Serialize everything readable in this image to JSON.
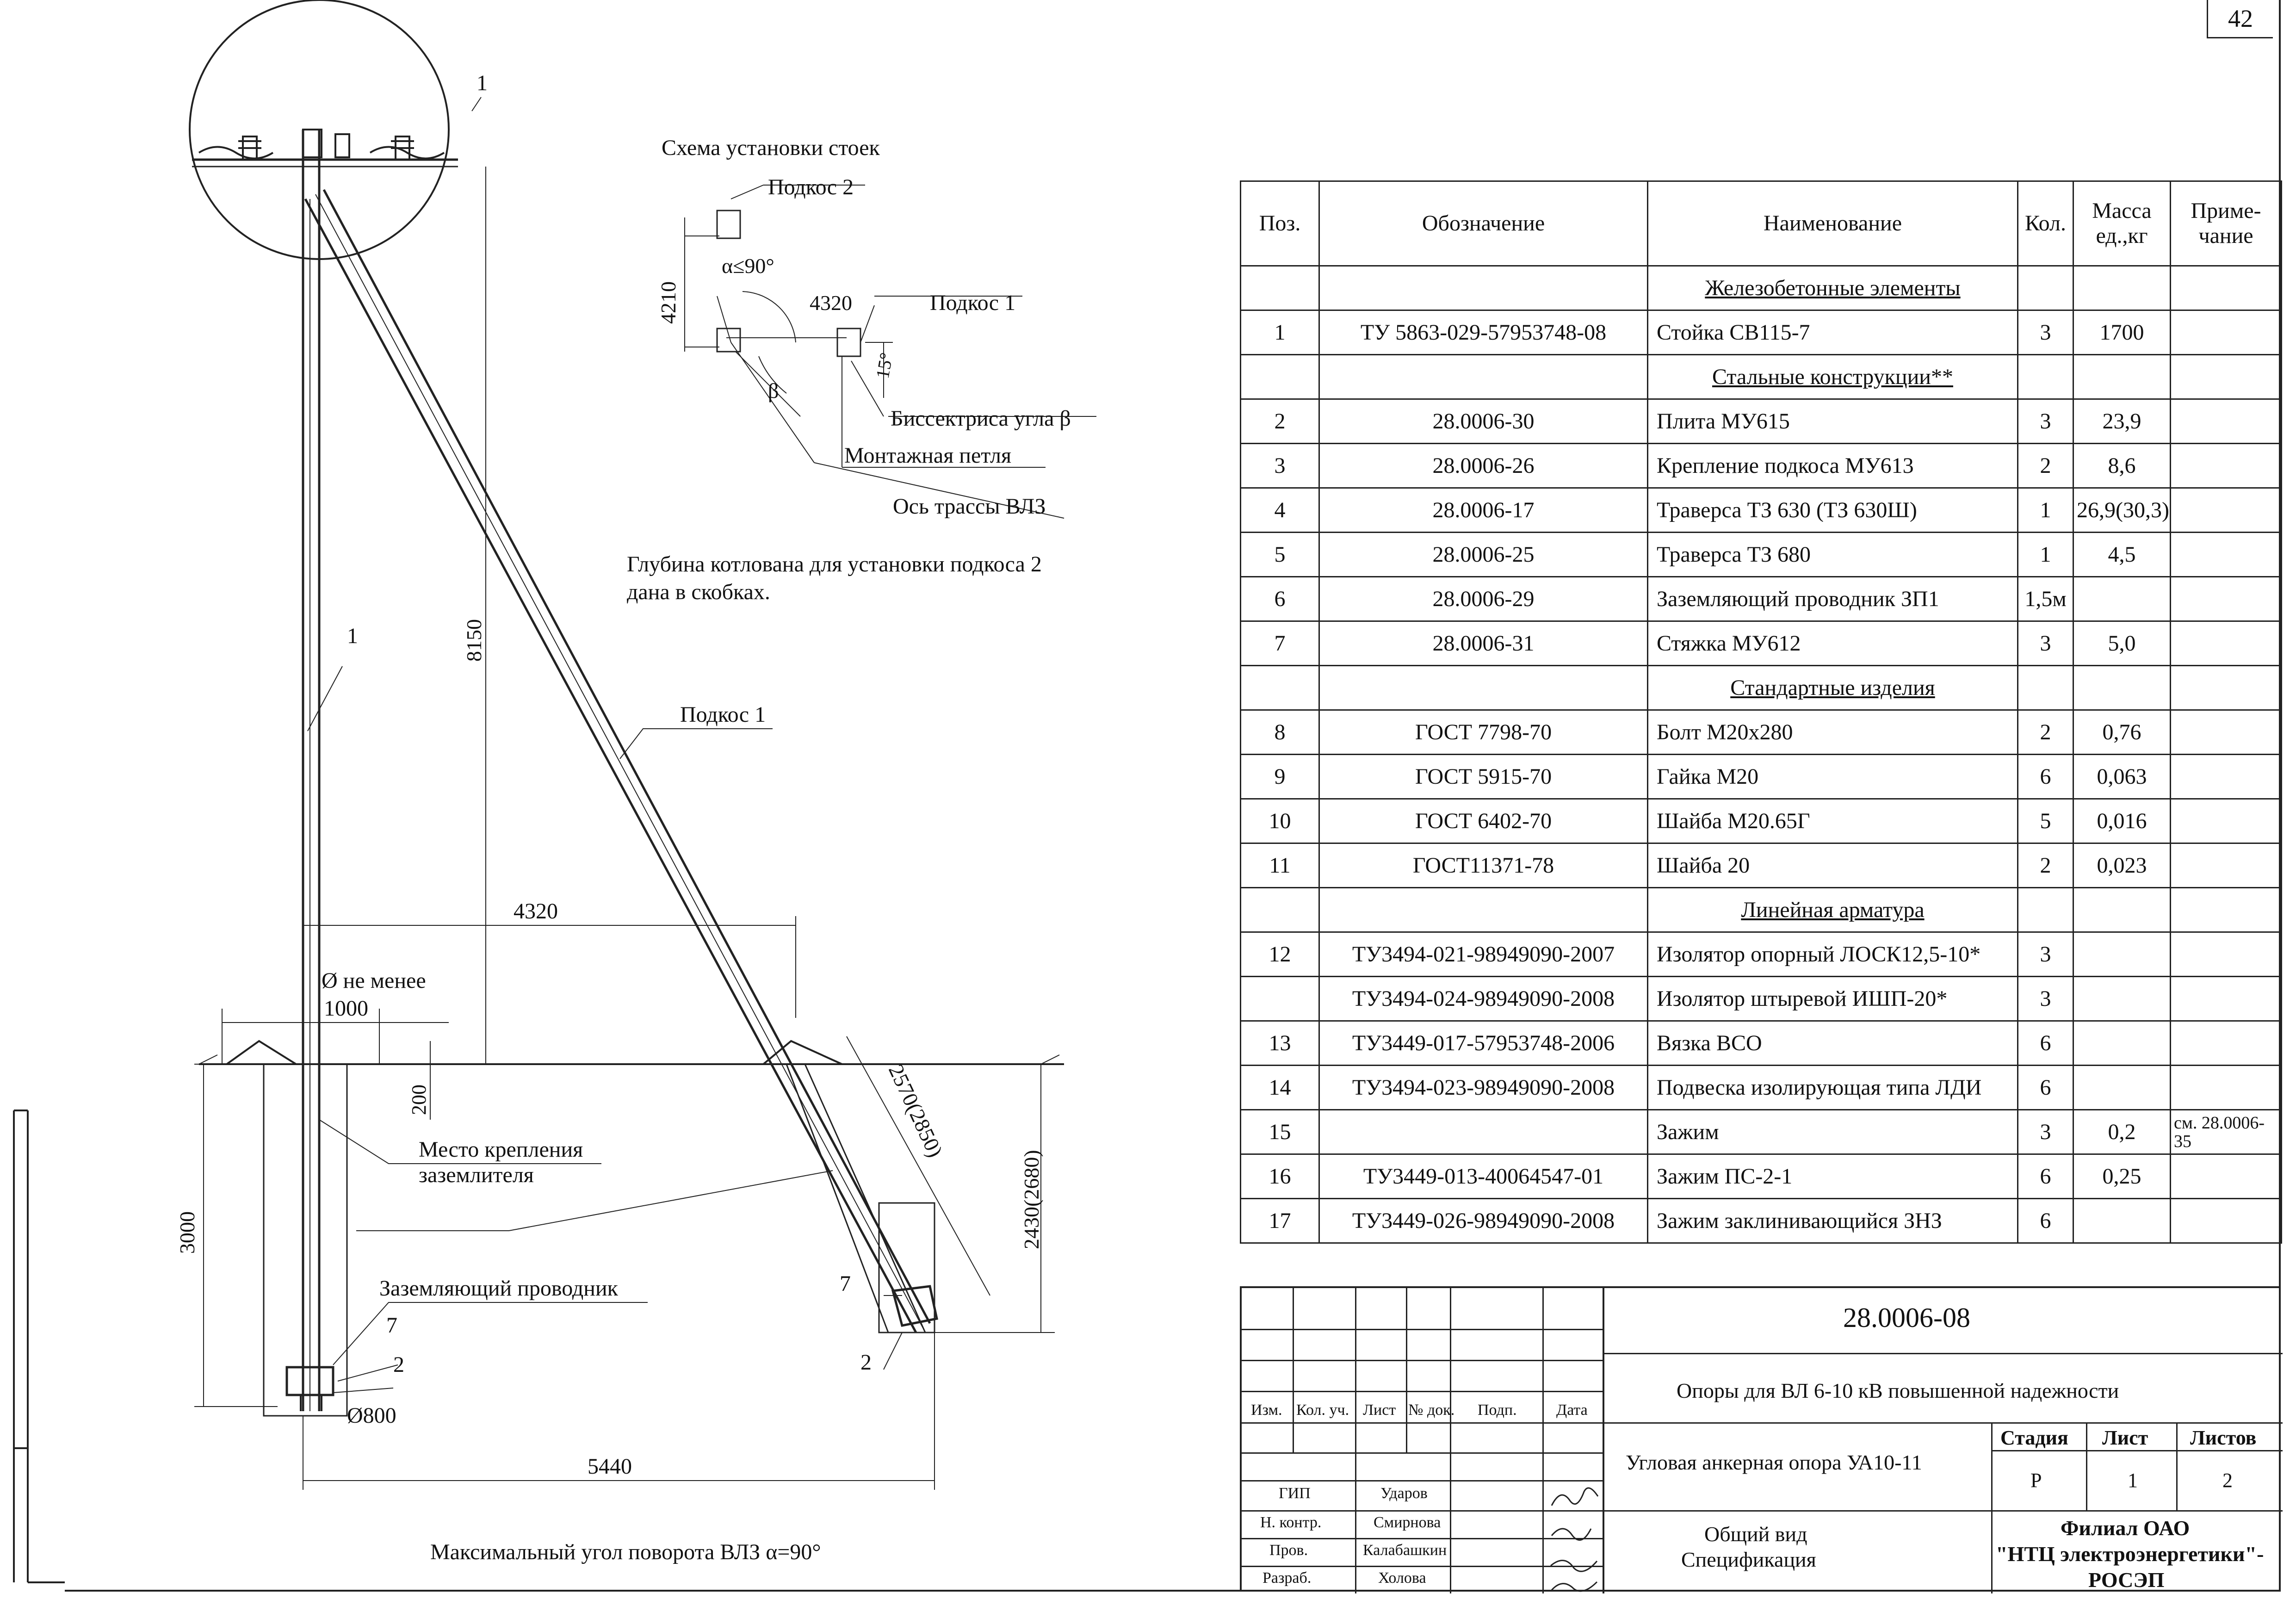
{
  "sheet_number": "42",
  "drawing": {
    "scheme_title": "Схема установки стоек",
    "podkos2": "Подкос 2",
    "podkos1": "Подкос 1",
    "alpha": "α≤90°",
    "beta": "β",
    "angle15": "15°",
    "dim4210": "4210",
    "dim4320_small": "4320",
    "bisector": "Биссектриса угла β",
    "mont_loop": "Монтажная петля",
    "axis": "Ось трассы ВЛЗ",
    "depth_note_1": "Глубина котлована для установки подкоса 2",
    "depth_note_2": "дана в скобках.",
    "pos1_top": "1",
    "pos1": "1",
    "dim8150": "8150",
    "podkos1_main": "Подкос 1",
    "dim4320": "4320",
    "diam_note_1": "Ø не менее",
    "diam_note_2": "1000",
    "dim200": "200",
    "ground_place_1": "Место крепления",
    "ground_place_2": "заземлителя",
    "dim3000": "3000",
    "ground_wire": "Заземляющий проводник",
    "pos7_left": "7",
    "pos2_left": "2",
    "diam800": "Ø800",
    "dim5440": "5440",
    "dim2570": "2570(2850)",
    "dim2430": "2430(2680)",
    "pos7_right": "7",
    "pos2_right": "2",
    "max_angle": "Максимальный угол поворота ВЛЗ α=90°"
  },
  "spec": {
    "headers": [
      "Поз.",
      "Обозначение",
      "Наименование",
      "Кол.",
      "Масса ед.,кг",
      "Приме-чание"
    ],
    "rows": [
      {
        "section": "Железобетонные элементы"
      },
      {
        "pos": "1",
        "code": "ТУ 5863-029-57953748-08",
        "name": "Стойка СВ115-7",
        "qty": "3",
        "mass": "1700",
        "note": ""
      },
      {
        "section": "Стальные конструкции**"
      },
      {
        "pos": "2",
        "code": "28.0006-30",
        "name": "Плита МУ615",
        "qty": "3",
        "mass": "23,9",
        "note": ""
      },
      {
        "pos": "3",
        "code": "28.0006-26",
        "name": "Крепление подкоса МУ613",
        "qty": "2",
        "mass": "8,6",
        "note": ""
      },
      {
        "pos": "4",
        "code": "28.0006-17",
        "name": "Траверса ТЗ 630 (ТЗ 630Ш)",
        "qty": "1",
        "mass": "26,9(30,3)",
        "note": ""
      },
      {
        "pos": "5",
        "code": "28.0006-25",
        "name": "Траверса ТЗ 680",
        "qty": "1",
        "mass": "4,5",
        "note": ""
      },
      {
        "pos": "6",
        "code": "28.0006-29",
        "name": "Заземляющий проводник ЗП1",
        "qty": "1,5м",
        "mass": "",
        "note": ""
      },
      {
        "pos": "7",
        "code": "28.0006-31",
        "name": "Стяжка МУ612",
        "qty": "3",
        "mass": "5,0",
        "note": ""
      },
      {
        "section": "Стандартные изделия"
      },
      {
        "pos": "8",
        "code": "ГОСТ 7798-70",
        "name": "Болт М20х280",
        "qty": "2",
        "mass": "0,76",
        "note": ""
      },
      {
        "pos": "9",
        "code": "ГОСТ 5915-70",
        "name": "Гайка М20",
        "qty": "6",
        "mass": "0,063",
        "note": ""
      },
      {
        "pos": "10",
        "code": "ГОСТ 6402-70",
        "name": "Шайба М20.65Г",
        "qty": "5",
        "mass": "0,016",
        "note": ""
      },
      {
        "pos": "11",
        "code": "ГОСТ11371-78",
        "name": "Шайба 20",
        "qty": "2",
        "mass": "0,023",
        "note": ""
      },
      {
        "section": "Линейная арматура"
      },
      {
        "pos": "12",
        "code": "ТУ3494-021-98949090-2007",
        "name": "Изолятор опорный ЛОСК12,5-10*",
        "qty": "3",
        "mass": "",
        "note": ""
      },
      {
        "pos": "",
        "code": "ТУ3494-024-98949090-2008",
        "name": "Изолятор штыревой ИШП-20*",
        "qty": "3",
        "mass": "",
        "note": ""
      },
      {
        "pos": "13",
        "code": "ТУ3449-017-57953748-2006",
        "name": "Вязка ВСО",
        "qty": "6",
        "mass": "",
        "note": ""
      },
      {
        "pos": "14",
        "code": "ТУ3494-023-98949090-2008",
        "name": "Подвеска изолирующая типа ЛДИ",
        "qty": "6",
        "mass": "",
        "note": ""
      },
      {
        "pos": "15",
        "code": "",
        "name": "Зажим",
        "qty": "3",
        "mass": "0,2",
        "note": "см. 28.0006-35"
      },
      {
        "pos": "16",
        "code": "ТУ3449-013-40064547-01",
        "name": "Зажим ПС-2-1",
        "qty": "6",
        "mass": "0,25",
        "note": ""
      },
      {
        "pos": "17",
        "code": "ТУ3449-026-98949090-2008",
        "name": "Зажим заклинивающийся ЗНЗ",
        "qty": "6",
        "mass": "",
        "note": ""
      }
    ]
  },
  "titleblock": {
    "doc_code": "28.0006-08",
    "project": "Опоры для ВЛ 6-10 кВ повышенной надежности",
    "sheet_title": "Угловая анкерная опора УА10-11",
    "content_1": "Общий вид",
    "content_2": "Спецификация",
    "stage_label": "Стадия",
    "sheet_label": "Лист",
    "sheets_label": "Листов",
    "stage": "Р",
    "sheet": "1",
    "sheets": "2",
    "org_1": "Филиал ОАО",
    "org_2": "\"НТЦ электроэнергетики\"-",
    "org_3": "РОСЭП",
    "col_izm": "Изм.",
    "col_koluch": "Кол. уч.",
    "col_list": "Лист",
    "col_ndok": "№ док.",
    "col_podp": "Подп.",
    "col_data": "Дата",
    "roles": [
      {
        "role": "ГИП",
        "name": "Ударов"
      },
      {
        "role": "Н. контр.",
        "name": "Смирнова"
      },
      {
        "role": "Пров.",
        "name": "Калабашкин"
      },
      {
        "role": "Разраб.",
        "name": "Холова"
      }
    ]
  }
}
